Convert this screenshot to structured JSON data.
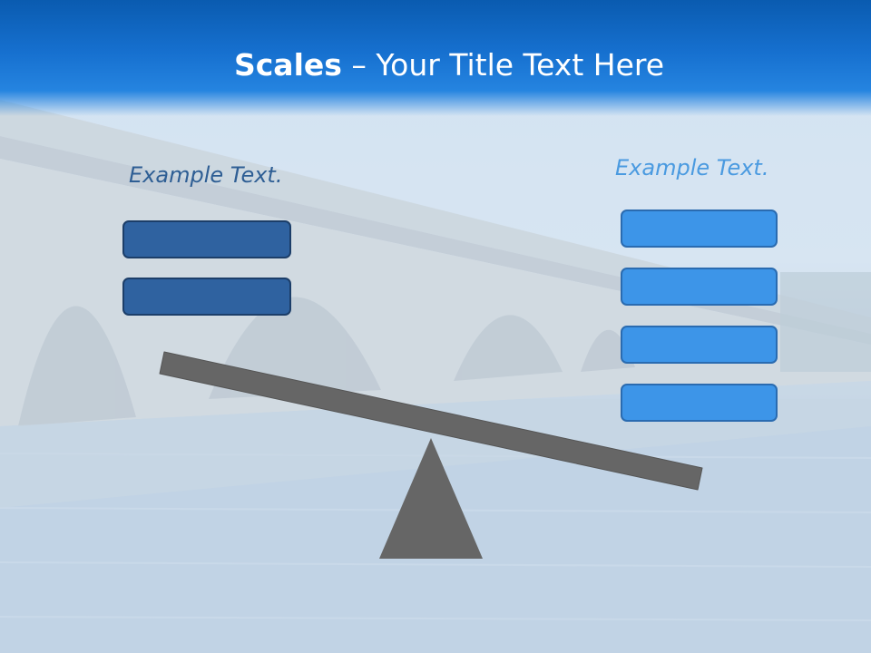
{
  "slide": {
    "title_bold": "Scales",
    "title_rest": " – Your Title Text Here",
    "left_label": "Example Text.",
    "right_label": "Example Text."
  },
  "colors": {
    "header": "#1670cf",
    "left_box": "#2f62a0",
    "right_box": "#3d95e8",
    "seesaw": "#666666"
  },
  "left_boxes": 2,
  "right_boxes": 4
}
